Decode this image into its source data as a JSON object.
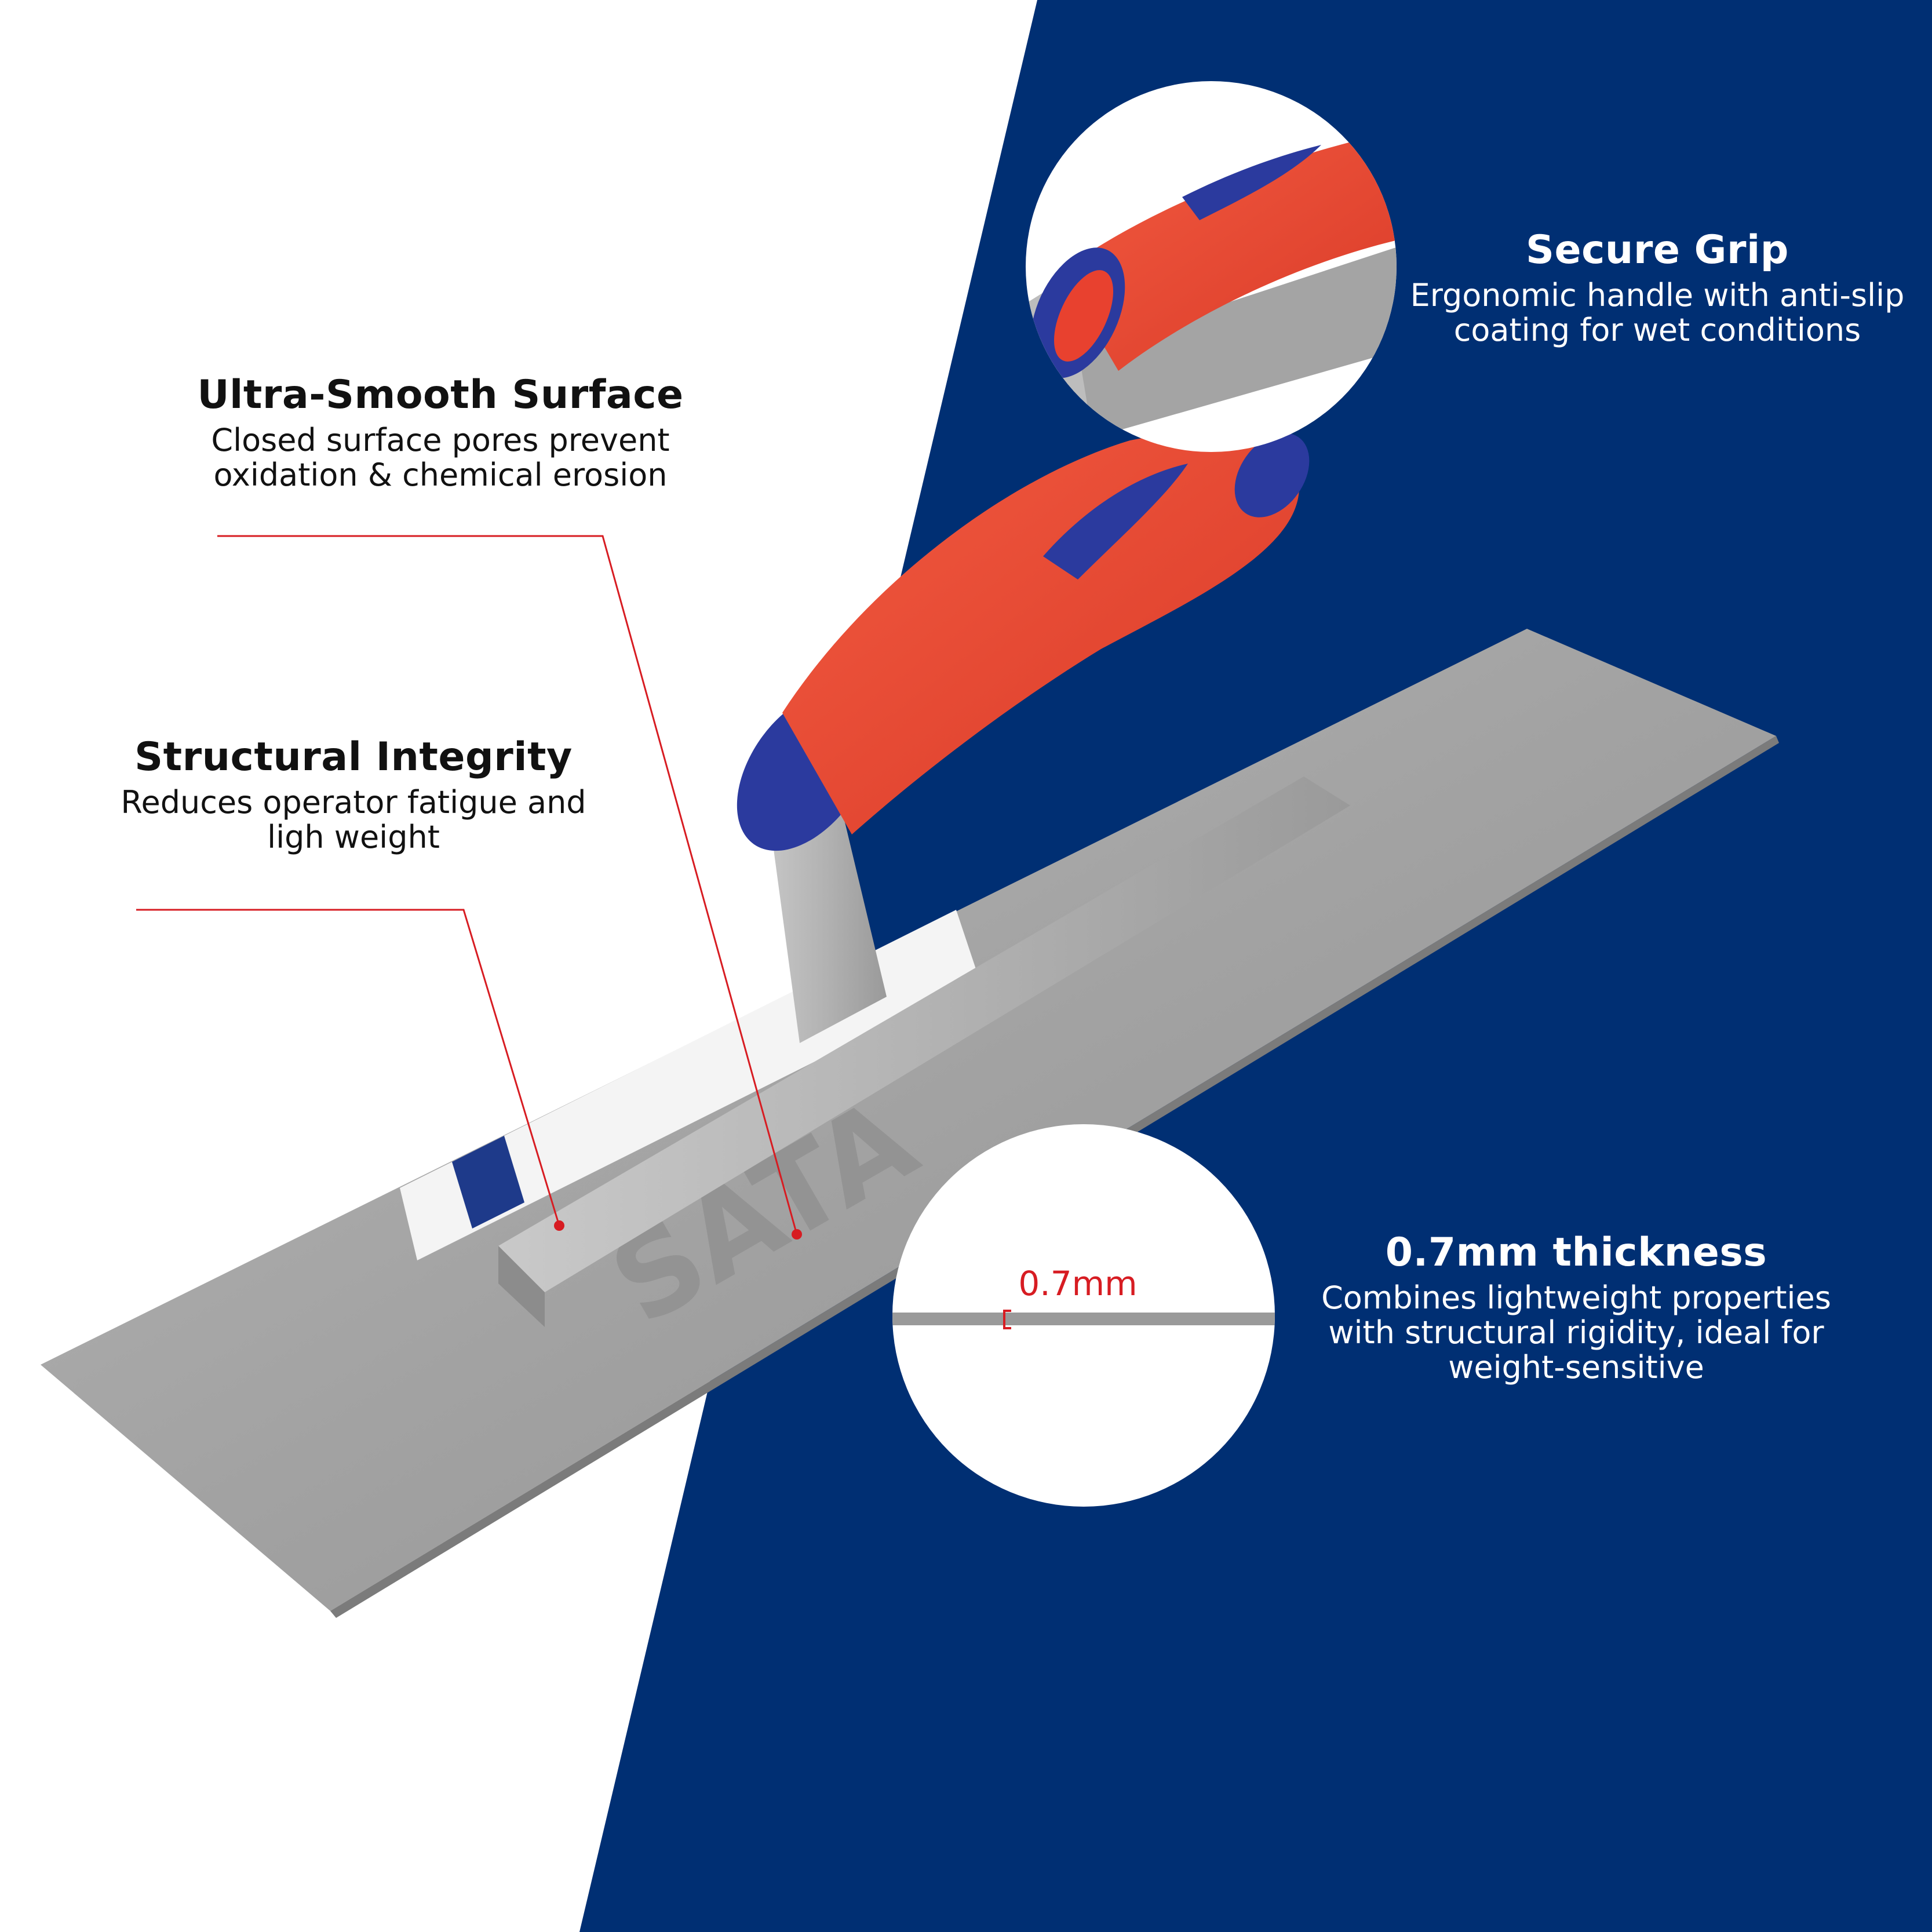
{
  "colors": {
    "background_left": "#ffffff",
    "background_right": "#002f73",
    "handle_red": "#e8412f",
    "handle_blue": "#2b3a9e",
    "steel": "#a9a9a9",
    "callout_red": "#d71c22"
  },
  "features": {
    "smooth": {
      "title": "Ultra-Smooth Surface",
      "description": "Closed surface pores prevent\noxidation & chemical erosion"
    },
    "structural": {
      "title": "Structural Integrity",
      "description": "Reduces operator fatigue and\nligh weight"
    },
    "grip": {
      "title": "Secure Grip",
      "description": "Ergonomic handle with anti-slip\ncoating for wet conditions"
    },
    "thickness": {
      "title": "0.7mm thickness",
      "description": "Combines lightweight properties\nwith structural rigidity, ideal for\nweight-sensitive",
      "measure_label": "0.7mm"
    }
  },
  "product": {
    "name": "plastering trowel",
    "icons": [
      "trowel-blade",
      "aluminium-shank",
      "soft-grip-handle"
    ]
  }
}
